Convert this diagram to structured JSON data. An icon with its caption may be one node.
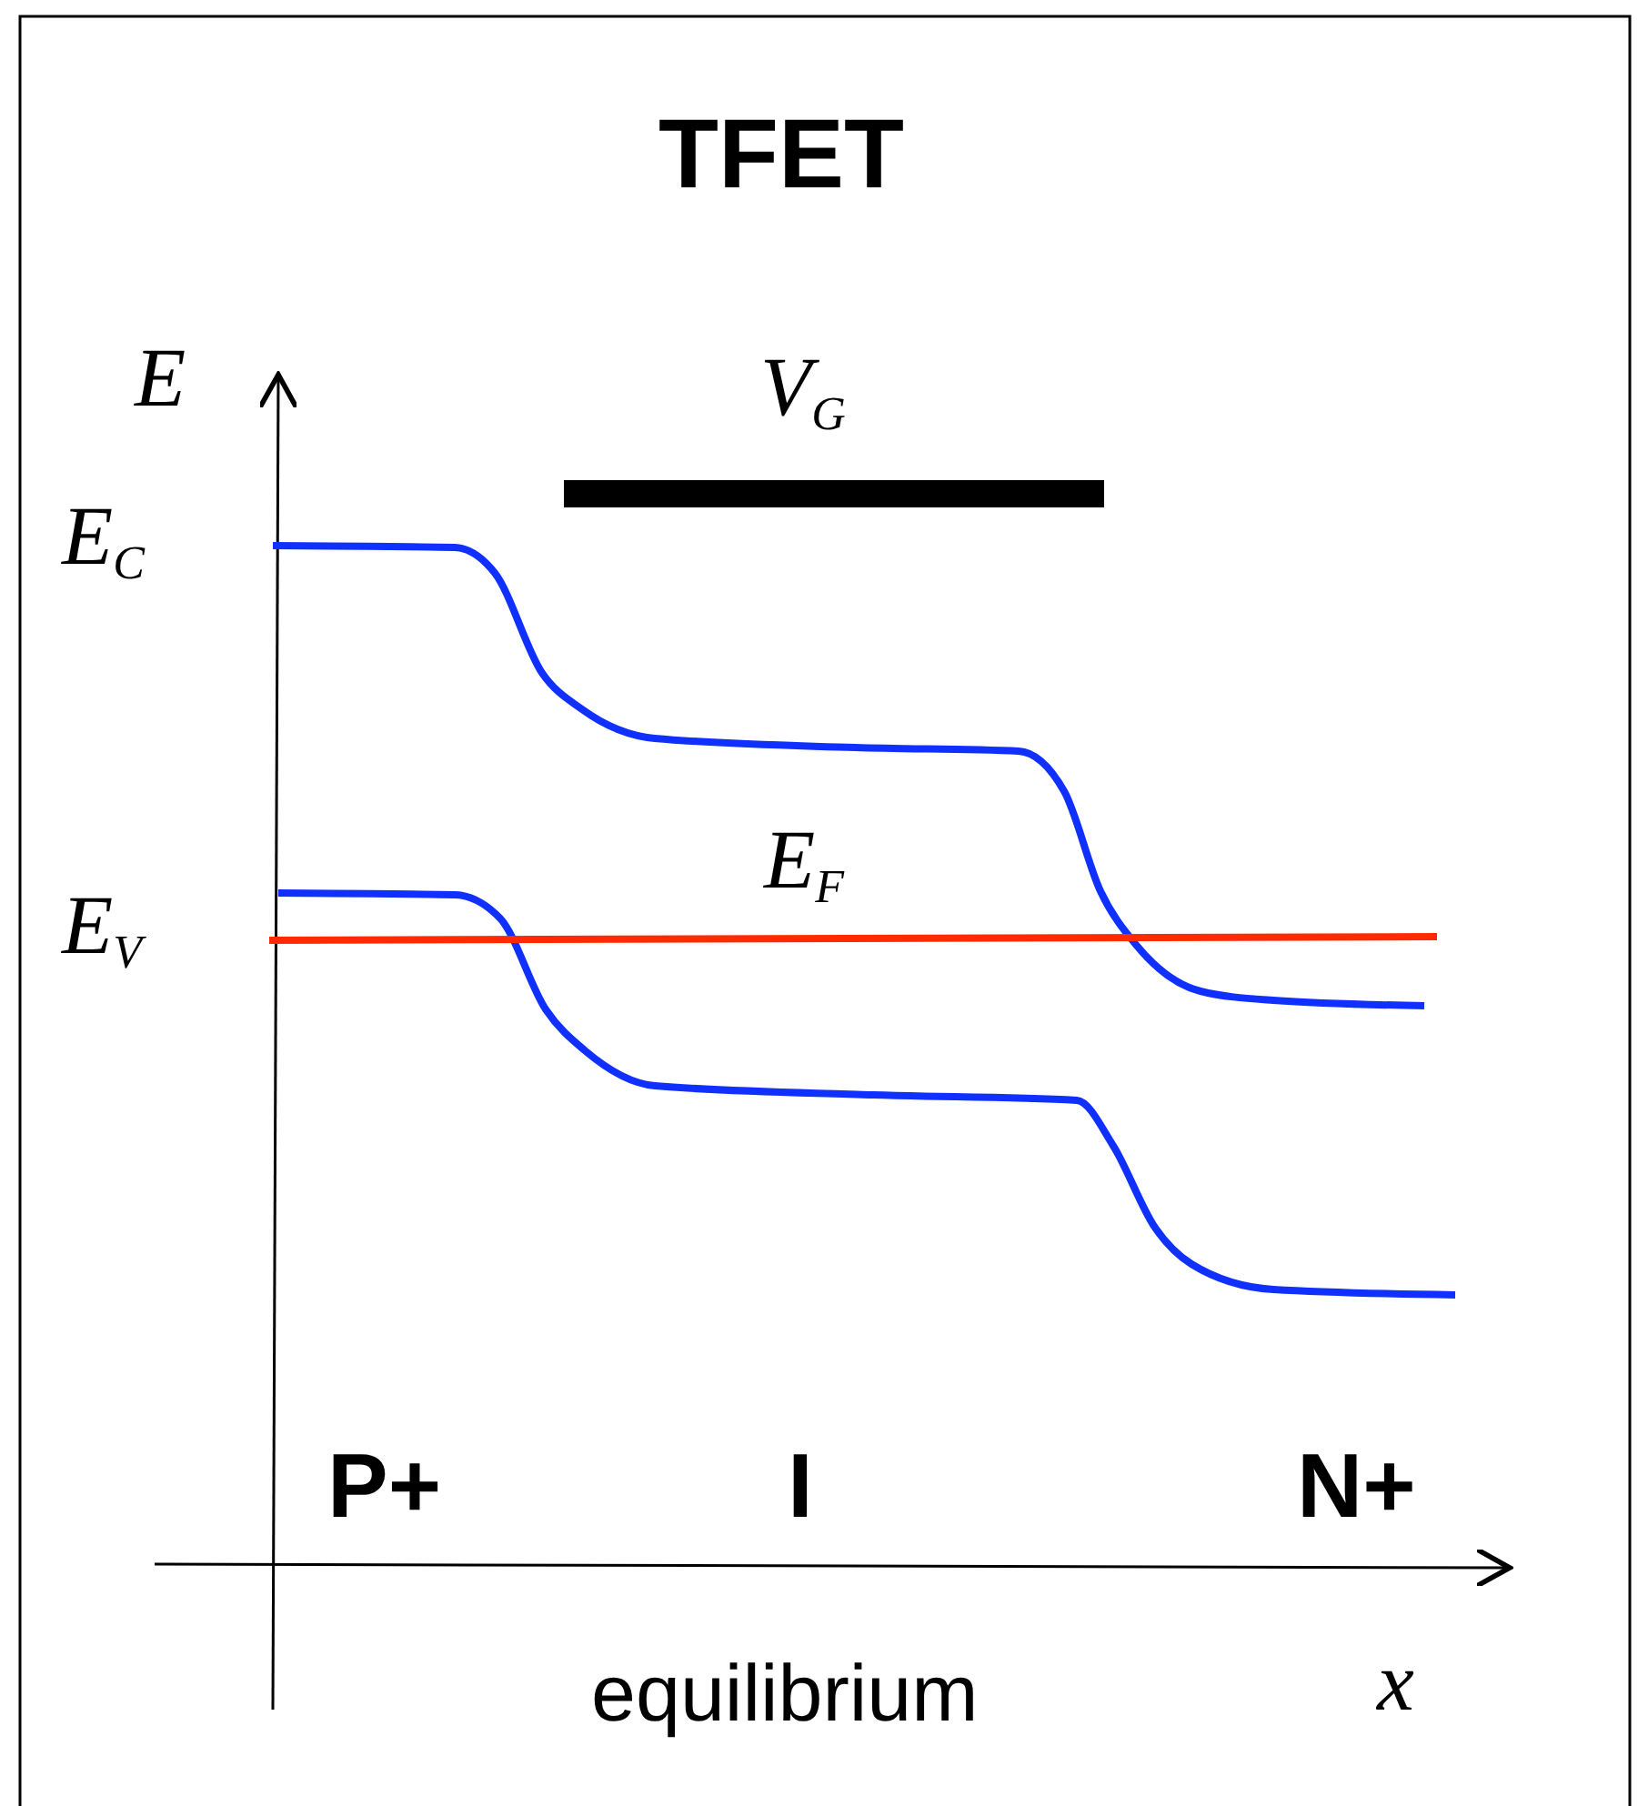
{
  "diagram": {
    "title": "TFET",
    "caption": "equilibrium",
    "nodes": [
      {
        "text": [],
        "shape": "bar"
      }
    ],
    "labels": [
      "E",
      "V$_{G}$",
      "E$_{C}$",
      "E$_{F}$",
      "E$_{V}$",
      "P+",
      "I",
      "N+",
      "x"
    ]
  }
}
